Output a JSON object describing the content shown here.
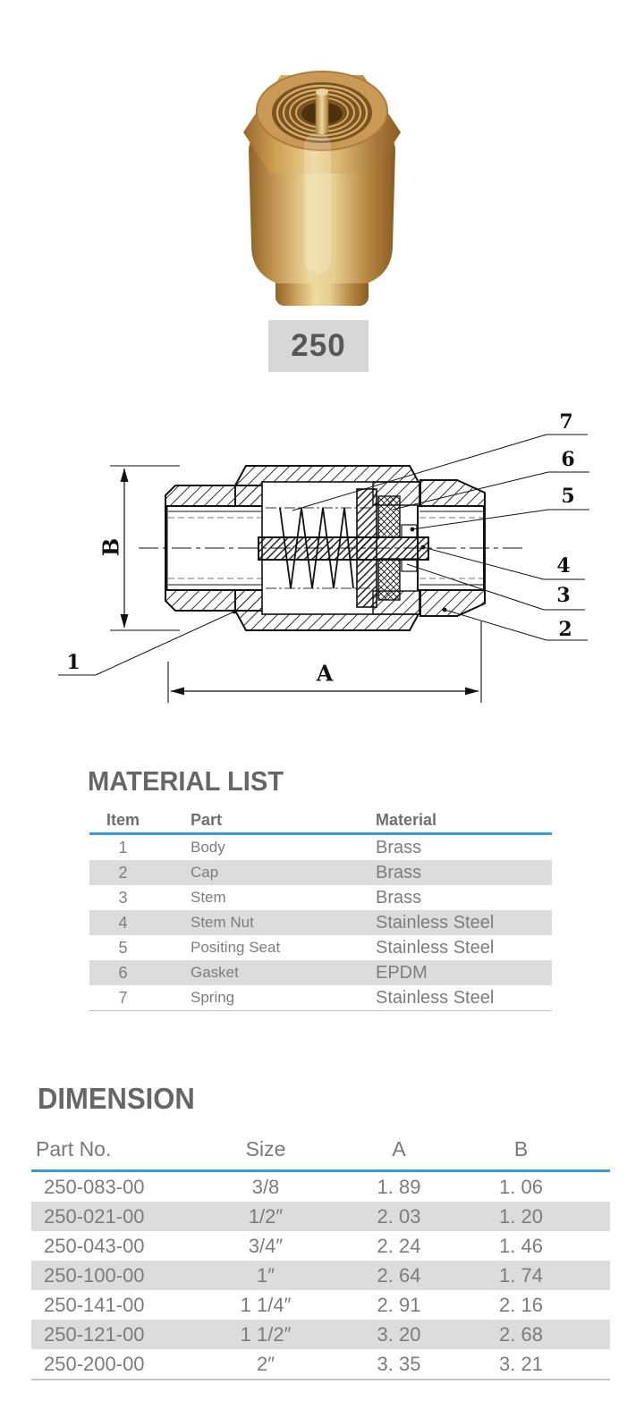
{
  "product": {
    "model_label": "250",
    "photo_name": "brass-check-valve-photo"
  },
  "diagram": {
    "callouts": [
      "1",
      "2",
      "3",
      "4",
      "5",
      "6",
      "7"
    ],
    "width_label": "A",
    "height_label": "B"
  },
  "material_list": {
    "title": "MATERIAL LIST",
    "columns": [
      "Item",
      "Part",
      "Material"
    ],
    "rows": [
      {
        "item": "1",
        "part": "Body",
        "material": "Brass"
      },
      {
        "item": "2",
        "part": "Cap",
        "material": "Brass"
      },
      {
        "item": "3",
        "part": "Stem",
        "material": "Brass"
      },
      {
        "item": "4",
        "part": "Stem Nut",
        "material": "Stainless Steel"
      },
      {
        "item": "5",
        "part": "Positing Seat",
        "material": "Stainless Steel"
      },
      {
        "item": "6",
        "part": "Gasket",
        "material": "EPDM"
      },
      {
        "item": "7",
        "part": "Spring",
        "material": "Stainless Steel"
      }
    ]
  },
  "dimension": {
    "title": "DIMENSION",
    "columns": [
      "Part No.",
      "Size",
      "A",
      "B"
    ],
    "rows": [
      {
        "part_no": "250-083-00",
        "size": "3/8",
        "a": "1. 89",
        "b": "1. 06"
      },
      {
        "part_no": "250-021-00",
        "size": "1/2″",
        "a": "2. 03",
        "b": "1. 20"
      },
      {
        "part_no": "250-043-00",
        "size": "3/4″",
        "a": "2. 24",
        "b": "1. 46"
      },
      {
        "part_no": "250-100-00",
        "size": "1″",
        "a": "2. 64",
        "b": "1. 74"
      },
      {
        "part_no": "250-141-00",
        "size": "1 1/4″",
        "a": "2. 91",
        "b": "2. 16"
      },
      {
        "part_no": "250-121-00",
        "size": "1 1/2″",
        "a": "3. 20",
        "b": "2. 68"
      },
      {
        "part_no": "250-200-00",
        "size": "2″",
        "a": "3. 35",
        "b": "3. 21"
      }
    ]
  },
  "colors": {
    "accent_blue": "#3a9ad2",
    "row_stripe": "#dcdcdc",
    "text_gray": "#7d7d7d",
    "title_gray": "#666666",
    "label_box_bg": "#d7d7d7",
    "brass_mid": "#d7af6b"
  }
}
